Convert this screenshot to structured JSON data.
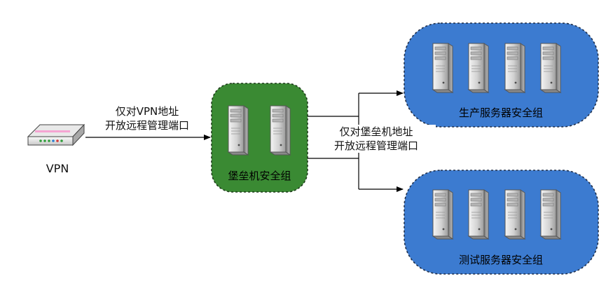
{
  "vpn": {
    "label": "VPN"
  },
  "edges": {
    "vpn_to_bastion": {
      "line1": "仅对VPN地址",
      "line2": "开放远程管理端口"
    },
    "bastion_to_servers": {
      "line1": "仅对堡垒机地址",
      "line2": "开放远程管理端口"
    }
  },
  "groups": {
    "bastion": {
      "label": "堡垒机安全组",
      "fill": "#3a8a33",
      "servers": 2
    },
    "production": {
      "label": "生产服务器安全组",
      "fill": "#3c7bd0",
      "servers": 4
    },
    "test": {
      "label": "测试服务器安全组",
      "fill": "#3c7bd0",
      "servers": 4
    }
  },
  "icons": {
    "server": "server-tower-icon",
    "vpn": "vpn-router-icon"
  }
}
